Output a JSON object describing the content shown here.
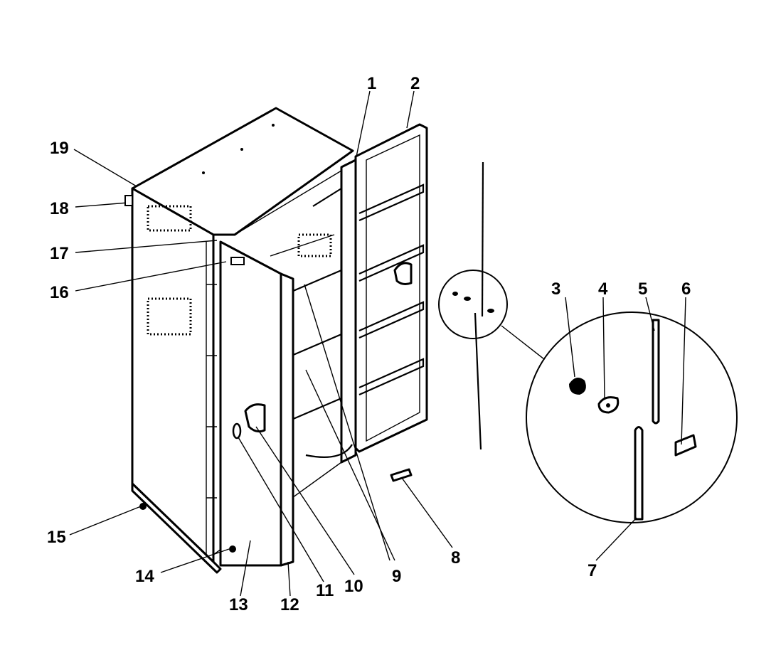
{
  "figure": {
    "parts": [
      "1",
      "2",
      "3",
      "4",
      "5",
      "6",
      "7",
      "8",
      "9",
      "10",
      "11",
      "12",
      "13",
      "14",
      "15",
      "16",
      "17",
      "18",
      "19"
    ]
  },
  "labels": {
    "l1": "1",
    "l2": "2",
    "l3": "3",
    "l4": "4",
    "l5": "5",
    "l6": "6",
    "l7": "7",
    "l8": "8",
    "l9": "9",
    "l10": "10",
    "l11": "11",
    "l12": "12",
    "l13": "13",
    "l14": "14",
    "l15": "15",
    "l16": "16",
    "l17": "17",
    "l18": "18",
    "l19": "19"
  },
  "colors": {
    "ink": "#000000",
    "paper": "#ffffff"
  }
}
